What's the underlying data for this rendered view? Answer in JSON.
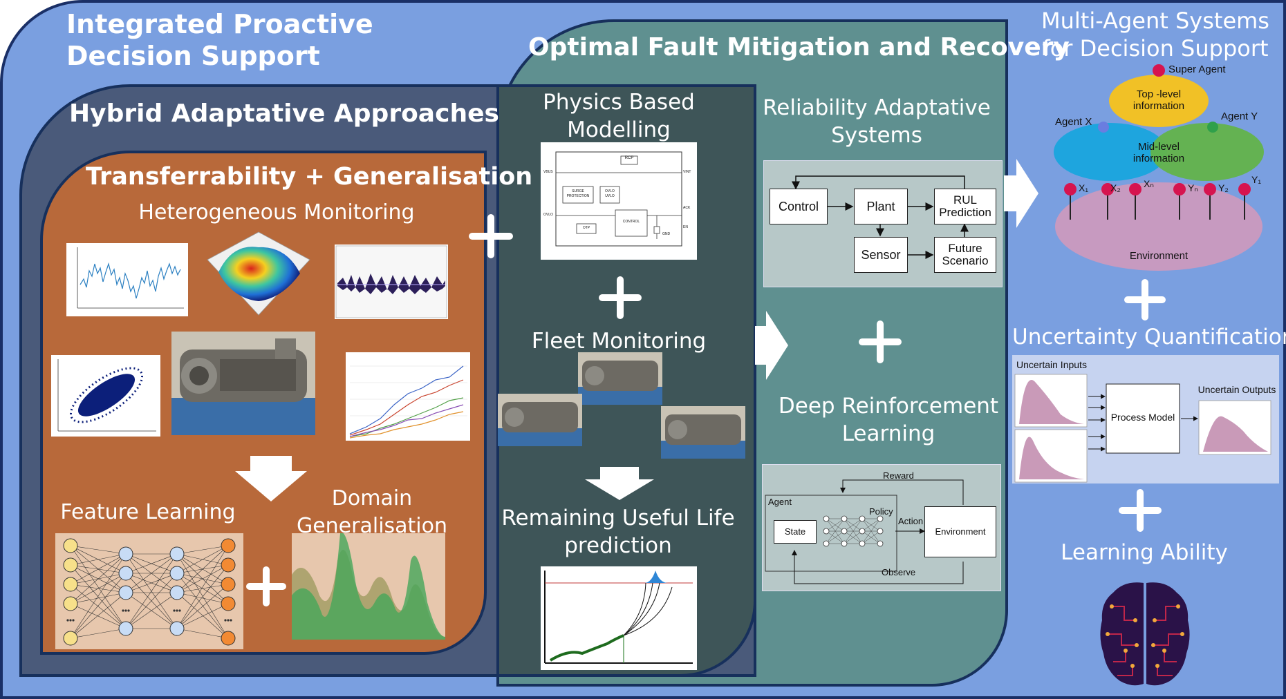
{
  "outer": {
    "title_line1": "Integrated Proactive",
    "title_line2": "Decision Support"
  },
  "optimal": {
    "title": "Optimal Fault Mitigation and Recovery"
  },
  "hybrid": {
    "title": "Hybrid Adaptative Approaches"
  },
  "transfer": {
    "title": "Transferrability + Generalisation",
    "monitoring": "Heterogeneous Monitoring",
    "feature_learning": "Feature Learning",
    "domain_line1": "Domain",
    "domain_line2": "Generalisation"
  },
  "physics": {
    "title_line1": "Physics Based",
    "title_line2": "Modelling",
    "fleet": "Fleet Monitoring",
    "rul_line1": "Remaining Useful Life",
    "rul_line2": "prediction"
  },
  "circuit": {
    "rcp": "RCP",
    "surge": "SURGE",
    "protection": "PROTECTION",
    "ovlo": "OVLO",
    "uvlo": "UVLO",
    "control": "CONTROL",
    "otp": "OTP",
    "vbus": "VBUS",
    "vint": "VINT",
    "ovlo_pin": "OVLO",
    "ack": "ACK",
    "en": "EN",
    "gnd": "GND"
  },
  "reliability": {
    "title_line1": "Reliability Adaptative",
    "title_line2": "Systems",
    "control": "Control",
    "plant": "Plant",
    "rul_line1": "RUL",
    "rul_line2": "Prediction",
    "sensor": "Sensor",
    "future_line1": "Future",
    "future_line2": "Scenario"
  },
  "drl": {
    "title_line1": "Deep Reinforcement",
    "title_line2": "Learning",
    "reward": "Reward",
    "agent": "Agent",
    "policy": "Policy",
    "action": "Action",
    "state": "State",
    "environment": "Environment",
    "observe": "Observe"
  },
  "mas": {
    "title_line1": "Multi-Agent Systems",
    "title_line2": "for Decision Support",
    "super_agent": "Super Agent",
    "top_line1": "Top -level",
    "top_line2": "information",
    "agent_x": "Agent X",
    "agent_y": "Agent Y",
    "mid_line1": "Mid-level",
    "mid_line2": "information",
    "environment": "Environment",
    "x1": "X₁",
    "x2": "X₂",
    "xn": "Xₙ",
    "yn": "Yₙ",
    "y2": "Y₂",
    "y1": "Y₁"
  },
  "uq": {
    "title": "Uncertainty Quantification",
    "inputs": "Uncertain Inputs",
    "process": "Process Model",
    "outputs": "Uncertain Outputs"
  },
  "learning": {
    "title": "Learning Ability"
  },
  "colors": {
    "outer_bg": "#7a9fe0",
    "optimal_bg": "#5f9090",
    "hybrid_bg": "#4a5a7a",
    "physics_bg": "#3e5558",
    "transfer_bg": "#b8693a",
    "border": "#17305c"
  }
}
